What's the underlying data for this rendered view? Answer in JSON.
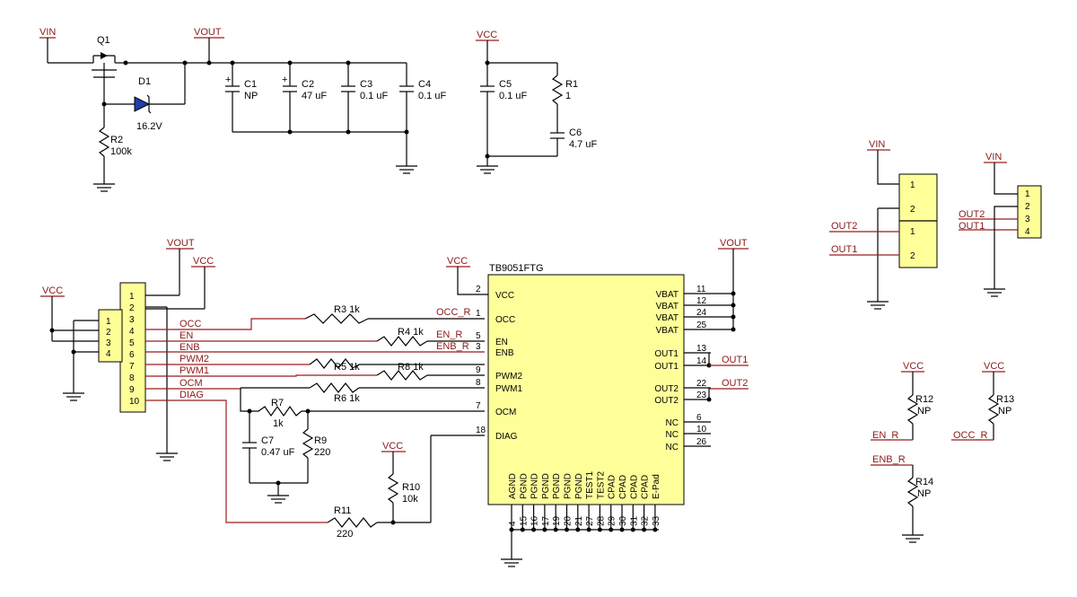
{
  "power": {
    "vin": "VIN",
    "vout": "VOUT",
    "vcc": "VCC"
  },
  "components": {
    "q1": "Q1",
    "d1": "D1",
    "d1_val": "16.2V",
    "r2": "R2",
    "r2_val": "100k",
    "c1": "C1",
    "c1_val": "NP",
    "c2": "C2",
    "c2_val": "47 uF",
    "c3": "C3",
    "c3_val": "0.1 uF",
    "c4": "C4",
    "c4_val": "0.1 uF",
    "c5": "C5",
    "c5_val": "0.1 uF",
    "r1": "R1",
    "r1_val": "1",
    "c6": "C6",
    "c6_val": "4.7 uF",
    "r3": "R3 1k",
    "r4": "R4 1k",
    "r5": "R5 1k",
    "r8": "R8 1k",
    "r6": "R6 1k",
    "r7": "R7",
    "r7_val": "1k",
    "c7": "C7",
    "c7_val": "0.47 uF",
    "r9": "R9",
    "r9_val": "220",
    "r10": "R10",
    "r10_val": "10k",
    "r11": "R11",
    "r11_val": "220",
    "r12": "R12",
    "r12_val": "NP",
    "r13": "R13",
    "r13_val": "NP",
    "r14": "R14",
    "r14_val": "NP"
  },
  "ic": {
    "name": "TB9051FTG",
    "left_pins": [
      {
        "num": "2",
        "name": "VCC"
      },
      {
        "num": "1",
        "name": "OCC"
      },
      {
        "num": "5",
        "name": "EN"
      },
      {
        "num": "3",
        "name": "ENB"
      },
      {
        "num": "9",
        "name": "PWM2"
      },
      {
        "num": "8",
        "name": "PWM1"
      },
      {
        "num": "7",
        "name": "OCM"
      },
      {
        "num": "18",
        "name": "DIAG"
      }
    ],
    "right_pins": [
      {
        "num": "11",
        "name": "VBAT"
      },
      {
        "num": "12",
        "name": "VBAT"
      },
      {
        "num": "24",
        "name": "VBAT"
      },
      {
        "num": "25",
        "name": "VBAT"
      },
      {
        "num": "13",
        "name": "OUT1"
      },
      {
        "num": "14",
        "name": "OUT1"
      },
      {
        "num": "22",
        "name": "OUT2"
      },
      {
        "num": "23",
        "name": "OUT2"
      },
      {
        "num": "6",
        "name": "NC"
      },
      {
        "num": "10",
        "name": "NC"
      },
      {
        "num": "26",
        "name": "NC"
      }
    ],
    "bottom_pins": [
      {
        "num": "4",
        "name": "AGND"
      },
      {
        "num": "15",
        "name": "PGND"
      },
      {
        "num": "16",
        "name": "PGND"
      },
      {
        "num": "17",
        "name": "PGND"
      },
      {
        "num": "19",
        "name": "PGND"
      },
      {
        "num": "20",
        "name": "PGND"
      },
      {
        "num": "21",
        "name": "PGND"
      },
      {
        "num": "27",
        "name": "TEST1"
      },
      {
        "num": "28",
        "name": "TEST2"
      },
      {
        "num": "29",
        "name": "CPAD"
      },
      {
        "num": "30",
        "name": "CPAD"
      },
      {
        "num": "31",
        "name": "CPAD"
      },
      {
        "num": "32",
        "name": "CPAD"
      },
      {
        "num": "33",
        "name": "E-Pad"
      }
    ]
  },
  "connector10": {
    "pins": [
      "1",
      "2",
      "3",
      "4",
      "5",
      "6",
      "7",
      "8",
      "9",
      "10"
    ],
    "nets": [
      "",
      "",
      "OCC",
      "EN",
      "ENB",
      "PWM2",
      "PWM1",
      "OCM",
      "DIAG"
    ]
  },
  "connector4": {
    "pins": [
      "1",
      "2",
      "3",
      "4"
    ]
  },
  "nets": {
    "occ_r": "OCC_R",
    "en_r": "EN_R",
    "enb_r": "ENB_R",
    "out1": "OUT1",
    "out2": "OUT2"
  },
  "terminal_a": {
    "pins": [
      "1",
      "2"
    ]
  },
  "terminal_b": {
    "pins": [
      "1",
      "2"
    ]
  },
  "terminal_c": {
    "pins": [
      "1",
      "2",
      "3",
      "4"
    ]
  }
}
